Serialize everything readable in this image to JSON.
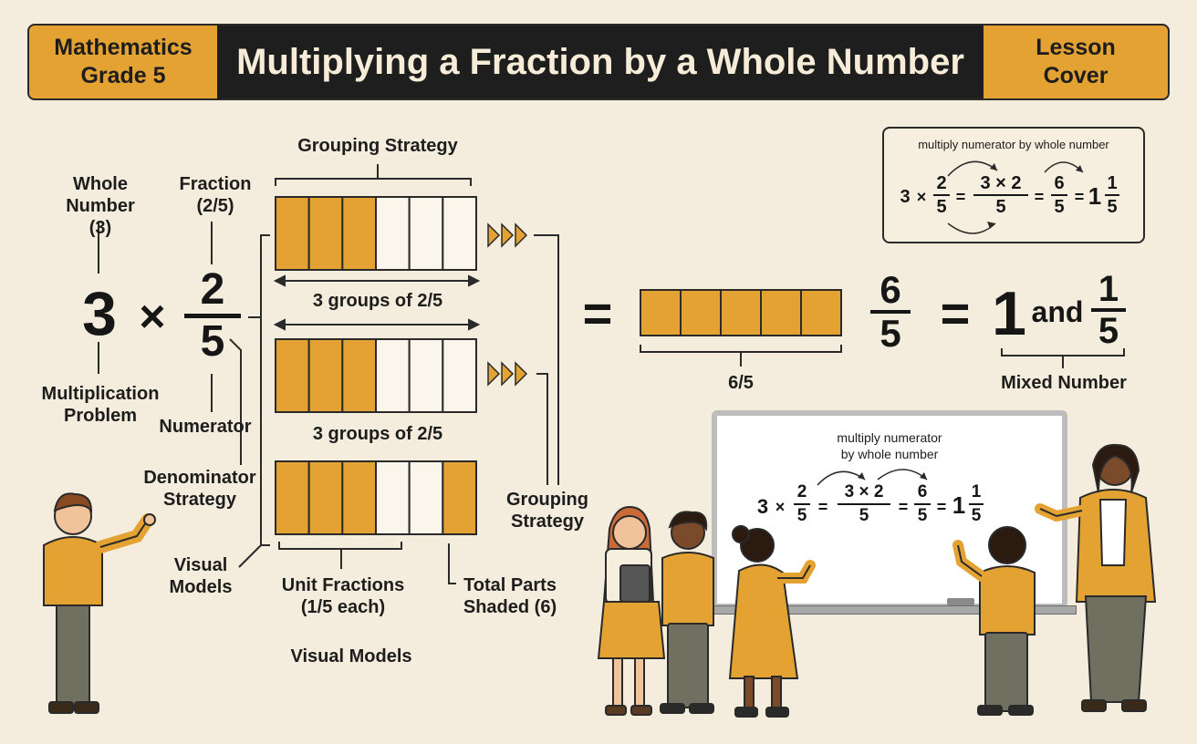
{
  "banner": {
    "subject_line1": "Mathematics",
    "subject_line2": "Grade 5",
    "title": "Multiplying a Fraction by a Whole Number",
    "right_line1": "Lesson",
    "right_line2": "Cover"
  },
  "problem": {
    "whole": "3",
    "times": "×",
    "numerator": "2",
    "denominator": "5",
    "whole_label_line1": "Whole",
    "whole_label_line2": "Number (3)",
    "fraction_label_line1": "Fraction",
    "fraction_label_line2": "(2/5)",
    "multiplication_label_line1": "Multiplication",
    "multiplication_label_line2": "Problem",
    "numerator_label": "Numerator",
    "denominator_label_line1": "Denominator",
    "denominator_label_line2": "Strategy",
    "visual_models_label_line1": "Visual",
    "visual_models_label_line2": "Models"
  },
  "grouping": {
    "top_label": "Grouping Strategy",
    "groups_label_1": "3 groups of 2/5",
    "groups_label_2": "3 groups of 2/5",
    "side_label_line1": "Grouping",
    "side_label_line2": "Strategy",
    "bars": [
      {
        "shaded": [
          true,
          true,
          true,
          false,
          false,
          false
        ]
      },
      {
        "shaded": [
          true,
          true,
          true,
          false,
          false,
          false
        ]
      },
      {
        "shaded": [
          true,
          true,
          true,
          false,
          false,
          true
        ]
      }
    ],
    "unit_fractions_line1": "Unit Fractions",
    "unit_fractions_line2": "(1/5 each)",
    "total_parts_line1": "Total Parts",
    "total_parts_line2": "Shaded (6)",
    "visual_models_bottom": "Visual Models"
  },
  "result": {
    "equals": "=",
    "bar_label": "6/5",
    "numerator": "6",
    "denominator": "5",
    "equals2": "=",
    "whole": "1",
    "and": "and",
    "mixed_num": "1",
    "mixed_den": "5",
    "mixed_label": "Mixed Number"
  },
  "formula_box": {
    "caption": "multiply numerator by whole number",
    "whole": "3",
    "times": "×",
    "f1_num": "2",
    "f1_den": "5",
    "eq": "=",
    "f2_num": "3 × 2",
    "f2_den": "5",
    "f3_num": "6",
    "f3_den": "5",
    "mixed_whole": "1",
    "mixed_num": "1",
    "mixed_den": "5"
  },
  "whiteboard": {
    "caption_line1": "multiply numerator",
    "caption_line2": "by whole number",
    "whole": "3",
    "times": "×",
    "f1_num": "2",
    "f1_den": "5",
    "eq": "=",
    "f2_num": "3 × 2",
    "f2_den": "5",
    "f3_num": "6",
    "f3_den": "5",
    "mixed_whole": "1",
    "mixed_num": "1",
    "mixed_den": "5"
  },
  "colors": {
    "accent": "#e4a233",
    "dark": "#1e1e1e",
    "background": "#f4ecdc",
    "skin_light": "#f0c39a",
    "skin_dark": "#7a4a2b",
    "pants": "#707060"
  }
}
